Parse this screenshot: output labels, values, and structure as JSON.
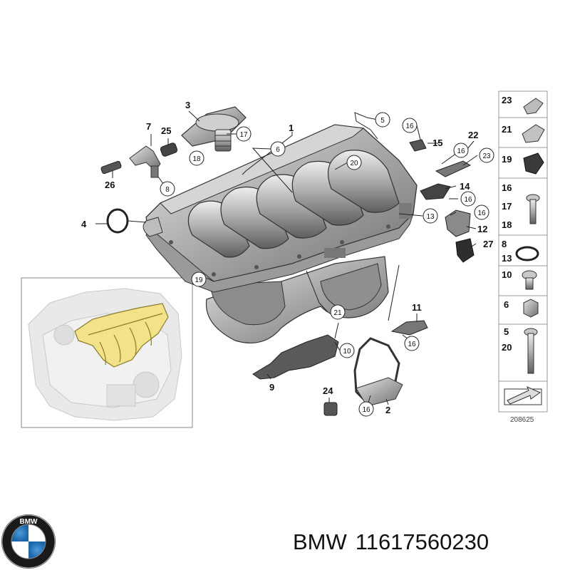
{
  "callouts": {
    "c1": "1",
    "c2": "2",
    "c3": "3",
    "c4": "4",
    "c5": "5",
    "c6": "6",
    "c7": "7",
    "c8": "8",
    "c9": "9",
    "c10": "10",
    "c11": "11",
    "c12": "12",
    "c13": "13",
    "c14": "14",
    "c15": "15",
    "c16": "16",
    "c17": "17",
    "c18": "18",
    "c19": "19",
    "c20": "20",
    "c21": "21",
    "c22": "22",
    "c23": "23",
    "c24": "24",
    "c25": "25",
    "c26": "26",
    "c27": "27"
  },
  "legend": {
    "r1": [
      "23"
    ],
    "r2": [
      "21"
    ],
    "r3": [
      "19"
    ],
    "r4": [
      "16",
      "17",
      "18"
    ],
    "r5": [
      "8",
      "13"
    ],
    "r6": [
      "10"
    ],
    "r7": [
      "6"
    ],
    "r8": [
      "5",
      "20"
    ]
  },
  "reference_number": "208625",
  "caption": {
    "brand": "BMW",
    "part_number": "11617560230"
  },
  "colors": {
    "highlight": "#f2e38a",
    "part_gray": "#b8b8b8",
    "line": "#222222"
  }
}
